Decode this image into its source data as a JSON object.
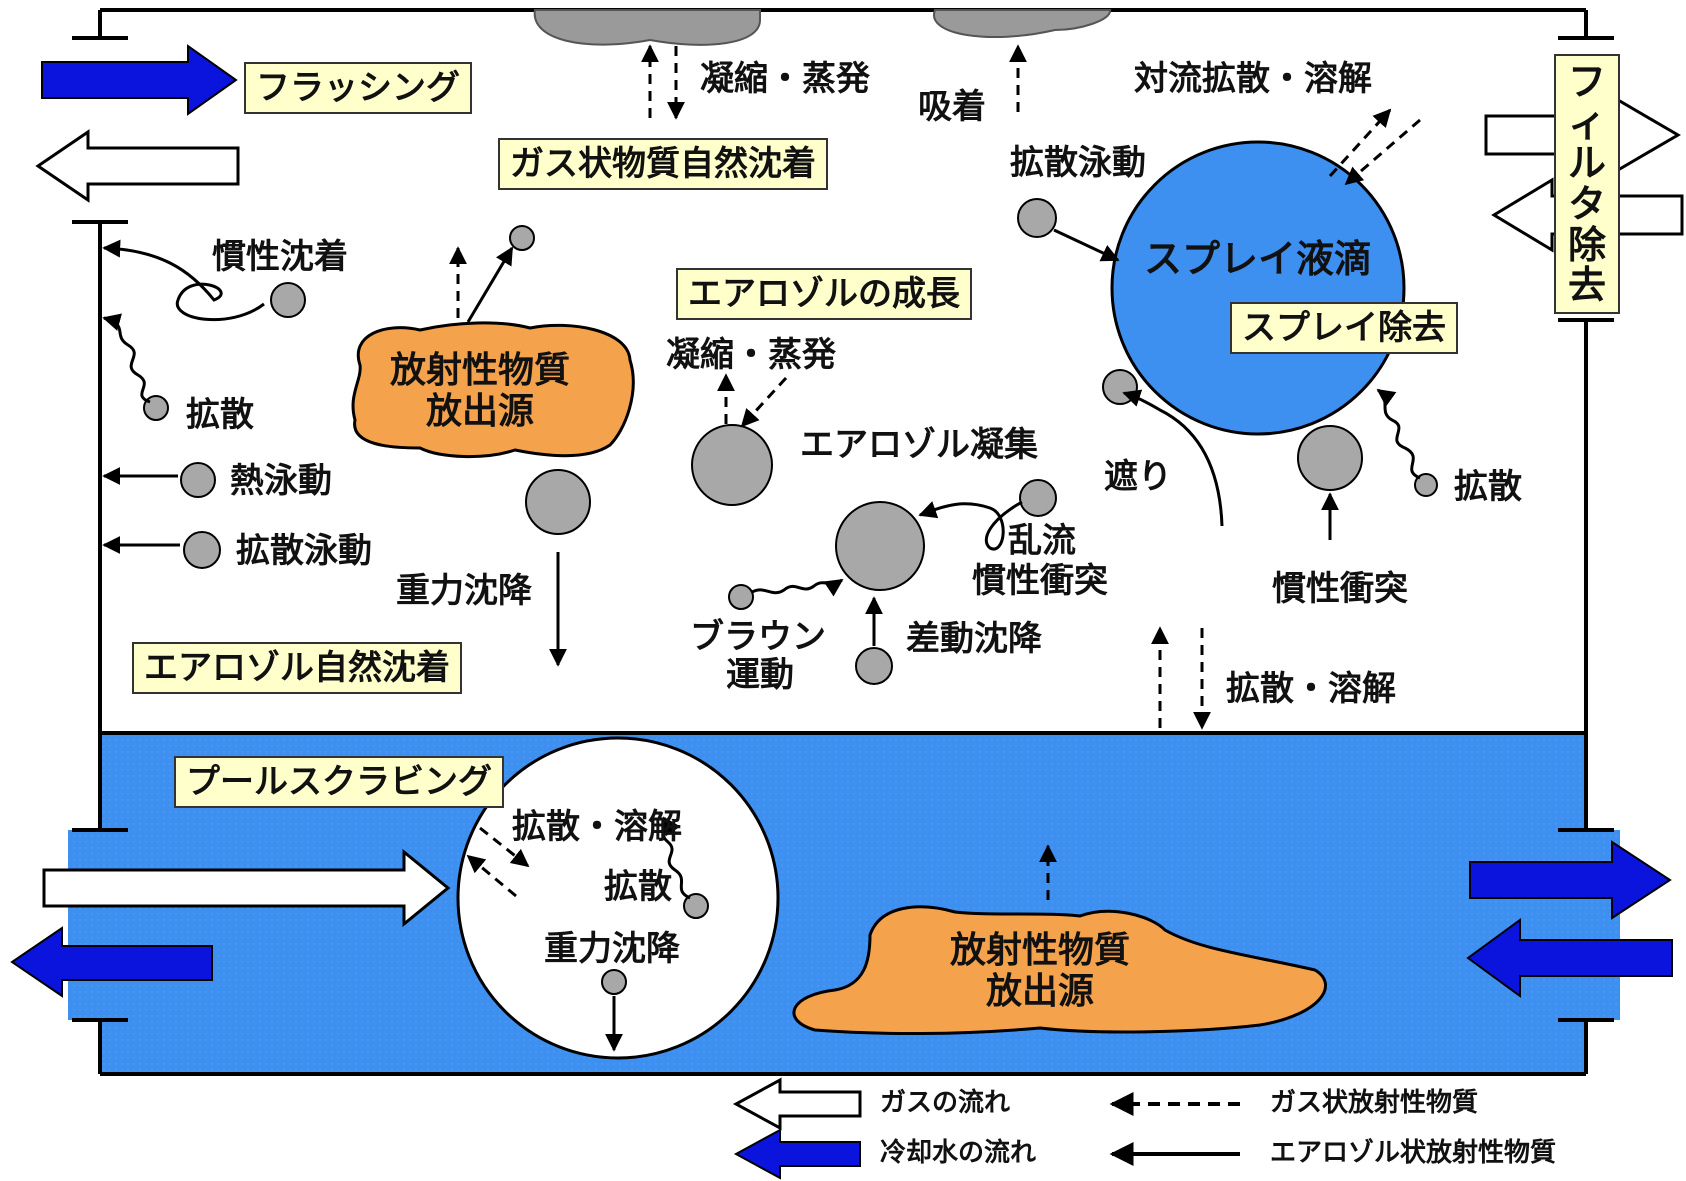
{
  "colors": {
    "gas_flow_arrow": "#ffffff",
    "coolant_flow_arrow": "#0a14dc",
    "pool_water": "#3d8ff0",
    "spray_droplet": "#3d8ff0",
    "release_source": "#f5a24d",
    "aerosol_particle": "#a8a8a8",
    "label_box": "#ffffcc",
    "cloud": "#9a9a9a"
  },
  "icons": {
    "gas_flow": "hollow-arrow-icon",
    "coolant_flow": "filled-blue-arrow-icon",
    "gaseous_material": "dashed-arrow-icon",
    "aerosol_material": "solid-arrow-icon"
  },
  "boxes": {
    "flushing": "フラッシング",
    "gas_deposition": "ガス状物質自然沈着",
    "aerosol_growth": "エアロゾルの成長",
    "spray_removal": "スプレイ除去",
    "aerosol_deposition": "エアロゾル自然沈着",
    "pool_scrubbing": "プールスクラビング",
    "filter_removal": "フィルタ除去"
  },
  "labels": {
    "condense_evap_top": "凝縮・蒸発",
    "adsorption": "吸着",
    "convective_diffusion": "対流拡散・溶解",
    "diffusiophoresis_top": "拡散泳動",
    "spray_droplet": "スプレイ液滴",
    "inertial_deposition": "慣性沈着",
    "diffusion_left": "拡散",
    "thermophoresis": "熱泳動",
    "diffusiophoresis_left": "拡散泳動",
    "gravity_settling": "重力沈降",
    "condense_evap_mid": "凝縮・蒸発",
    "aerosol_agglomeration": "エアロゾル凝集",
    "turbulent_line1": "乱流",
    "turbulent_line2": "慣性衝突",
    "brownian_line1": "ブラウン",
    "brownian_line2": "運動",
    "differential_settling": "差動沈降",
    "interception": "遮り",
    "diffusion_right": "拡散",
    "inertial_impaction": "慣性衝突",
    "diffusion_dissolution_mid": "拡散・溶解",
    "pool_diffusion_dissolution": "拡散・溶解",
    "pool_diffusion": "拡散",
    "pool_gravity_settling": "重力沈降"
  },
  "sources": {
    "gas_source_line1": "放射性物質",
    "gas_source_line2": "放出源",
    "pool_source_line1": "放射性物質",
    "pool_source_line2": "放出源"
  },
  "legend": {
    "gas_flow": "ガスの流れ",
    "coolant_flow": "冷却水の流れ",
    "gaseous_material": "ガス状放射性物質",
    "aerosol_material": "エアロゾル状放射性物質"
  }
}
